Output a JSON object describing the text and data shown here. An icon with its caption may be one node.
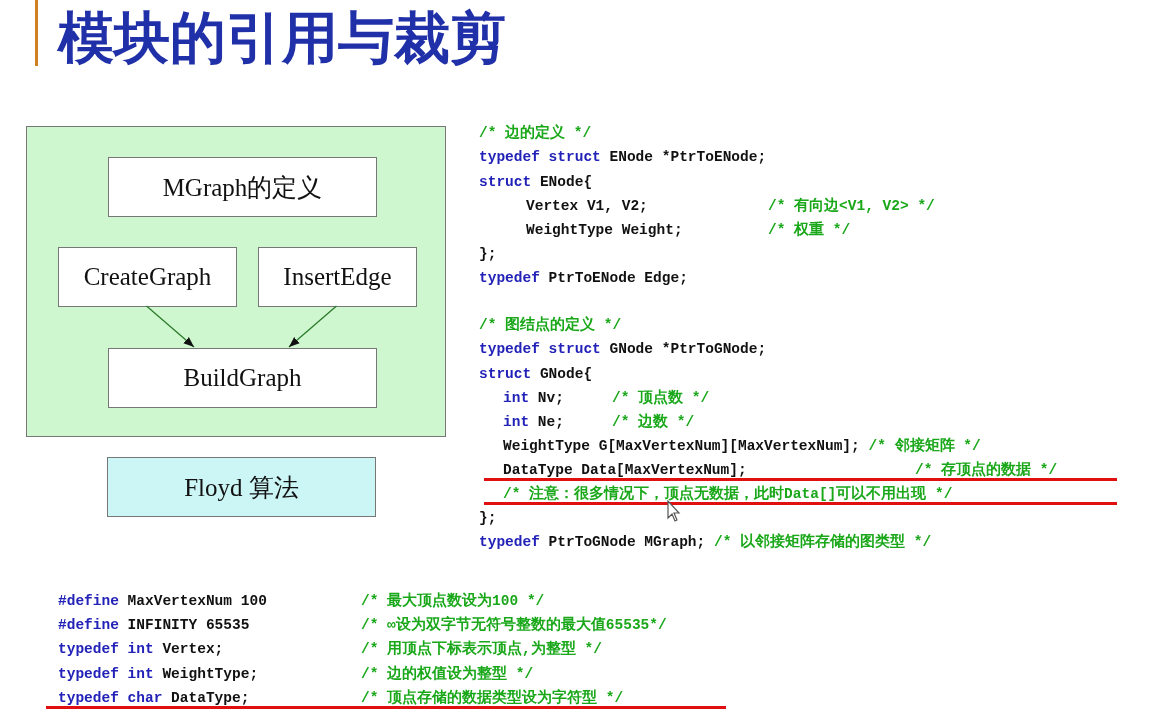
{
  "diagram": {
    "title": "模块的引用与裁剪",
    "nodes": [
      {
        "text": [],
        "shape": "box"
      },
      {
        "text": [
          "MGraph的定义"
        ],
        "in": 0
      },
      {
        "text": [
          "CreateGraph"
        ],
        "in": 0
      },
      {
        "text": [
          "InsertEdge"
        ],
        "in": 0
      },
      {
        "text": [
          "BuildGraph"
        ],
        "in": 0
      },
      {
        "text": [
          "Floyd 算法"
        ]
      }
    ],
    "edges": [
      {
        "from": 2,
        "to": 4,
        "arrow": "to"
      },
      {
        "from": 3,
        "to": 4,
        "arrow": "to"
      }
    ],
    "labels": [
      "/* 边的定义 */",
      "typedef struct",
      "ENode *PtrToENode;",
      "struct",
      "ENode{",
      "Vertex V1, V2;",
      "/* 有向边<V1, V2> */",
      "WeightType Weight;",
      "/* 权重 */",
      "};",
      "typedef",
      "PtrToENode Edge;",
      "/* 图结点的定义 */",
      "typedef struct",
      "GNode *PtrToGNode;",
      "struct",
      "GNode{",
      "int",
      "Nv;",
      "/* 顶点数 */",
      "int",
      "Ne;",
      "/* 边数 */",
      "WeightType G[MaxVertexNum][MaxVertexNum];",
      "/* 邻接矩阵 */",
      "DataType Data[MaxVertexNum];",
      "/* 存顶点的数据 */",
      "/* 注意：很多情况下，顶点无数据，此时Data[]可以不用出现 */",
      "};",
      "typedef",
      "PtrToGNode MGraph;",
      "/* 以邻接矩阵存储的图类型 */",
      "#define",
      "MaxVertexNum 100",
      "/* 最大顶点数设为100 */",
      "#define",
      "INFINITY 65535",
      "/* ∞设为双字节无符号整数的最大值65535*/",
      "typedef int",
      "Vertex;",
      "/* 用顶点下标表示顶点,为整型 */",
      "typedef int",
      "WeightType;",
      "/* 边的权值设为整型 */",
      "typedef char",
      "DataType;",
      "/* 顶点存储的数据类型设为字符型 */"
    ]
  }
}
